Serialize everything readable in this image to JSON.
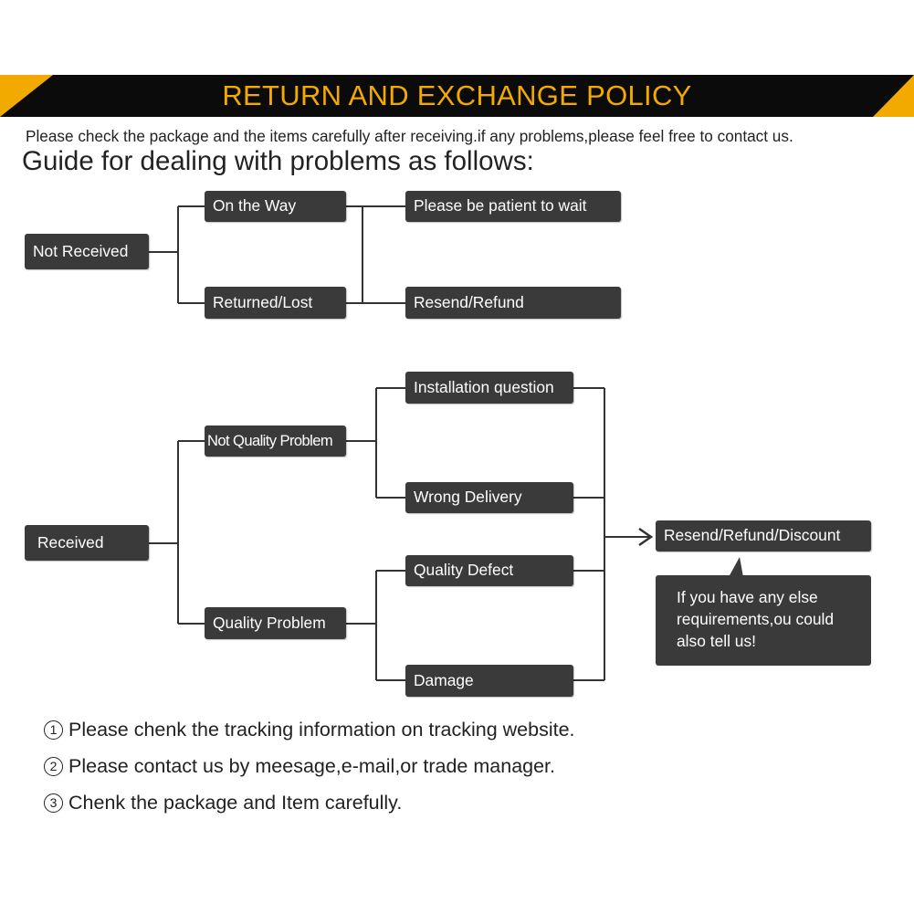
{
  "banner": {
    "title": "RETURN AND EXCHANGE POLICY",
    "colors": {
      "bar": "#0b0b0b",
      "accent": "#f2a900"
    }
  },
  "intro": "Please check the package and the items carefully after receiving.if any problems,please feel free to contact us.",
  "guide_heading": "Guide for dealing with problems as follows:",
  "flow": {
    "not_received": {
      "root": "Not Received",
      "branches": [
        "On the Way",
        "Returned/Lost"
      ],
      "outcomes": [
        "Please be patient to wait",
        "Resend/Refund"
      ]
    },
    "received": {
      "root": "Received",
      "branches": [
        "Not Quality Problem",
        "Quality Problem"
      ],
      "leaves": [
        "Installation question",
        "Wrong Delivery",
        "Quality Defect",
        "Damage"
      ],
      "result": "Resend/Refund/Discount"
    },
    "callout": {
      "lines": [
        "If you have any else",
        "requirements,ou could",
        "also tell us!"
      ]
    }
  },
  "notes": [
    {
      "num": "1",
      "text": "Please chenk the tracking information on tracking website."
    },
    {
      "num": "2",
      "text": "Please contact us by meesage,e-mail,or trade manager."
    },
    {
      "num": "3",
      "text": "Chenk the package and Item carefully."
    }
  ],
  "colors": {
    "box": "#3a3a3a",
    "box_text": "#ffffff",
    "line": "#333333"
  }
}
